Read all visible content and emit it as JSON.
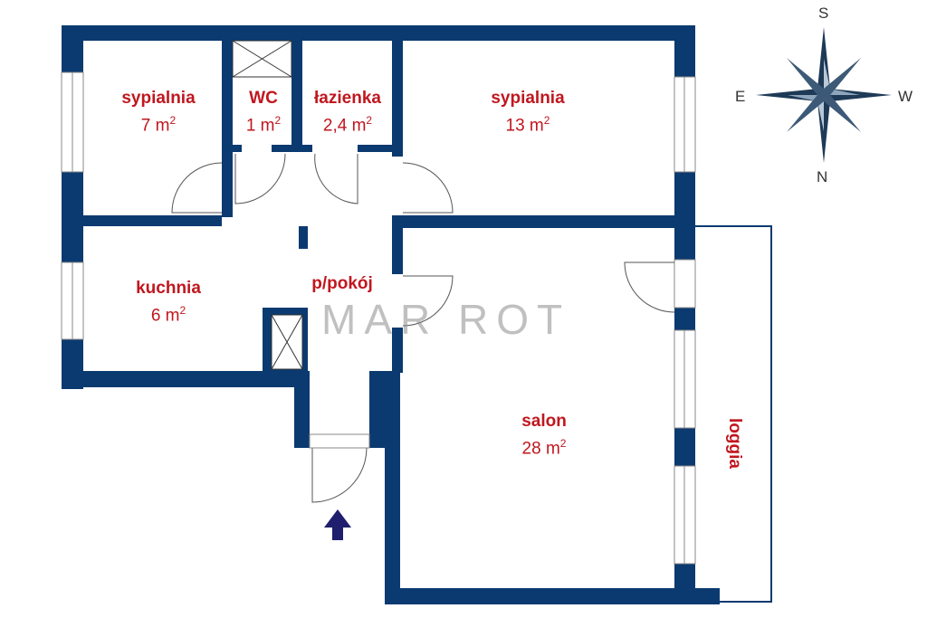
{
  "rooms": [
    {
      "name": "sypialnia",
      "area": "7 m",
      "unit_exp": "2"
    },
    {
      "name": "WC",
      "area": "1 m",
      "unit_exp": "2"
    },
    {
      "name": "łazienka",
      "area": "2,4 m",
      "unit_exp": "2"
    },
    {
      "name": "sypialnia",
      "area": "13 m",
      "unit_exp": "2"
    },
    {
      "name": "kuchnia",
      "area": "6 m",
      "unit_exp": "2"
    },
    {
      "name": "p/pokój"
    },
    {
      "name": "salon",
      "area": "28 m",
      "unit_exp": "2"
    },
    {
      "name": "loggia"
    }
  ],
  "watermark": "MAR ROT",
  "compass": {
    "top": "S",
    "left": "E",
    "right": "W",
    "bottom": "N"
  },
  "colors": {
    "wall": "#0b3a70",
    "label": "#c0171f"
  }
}
